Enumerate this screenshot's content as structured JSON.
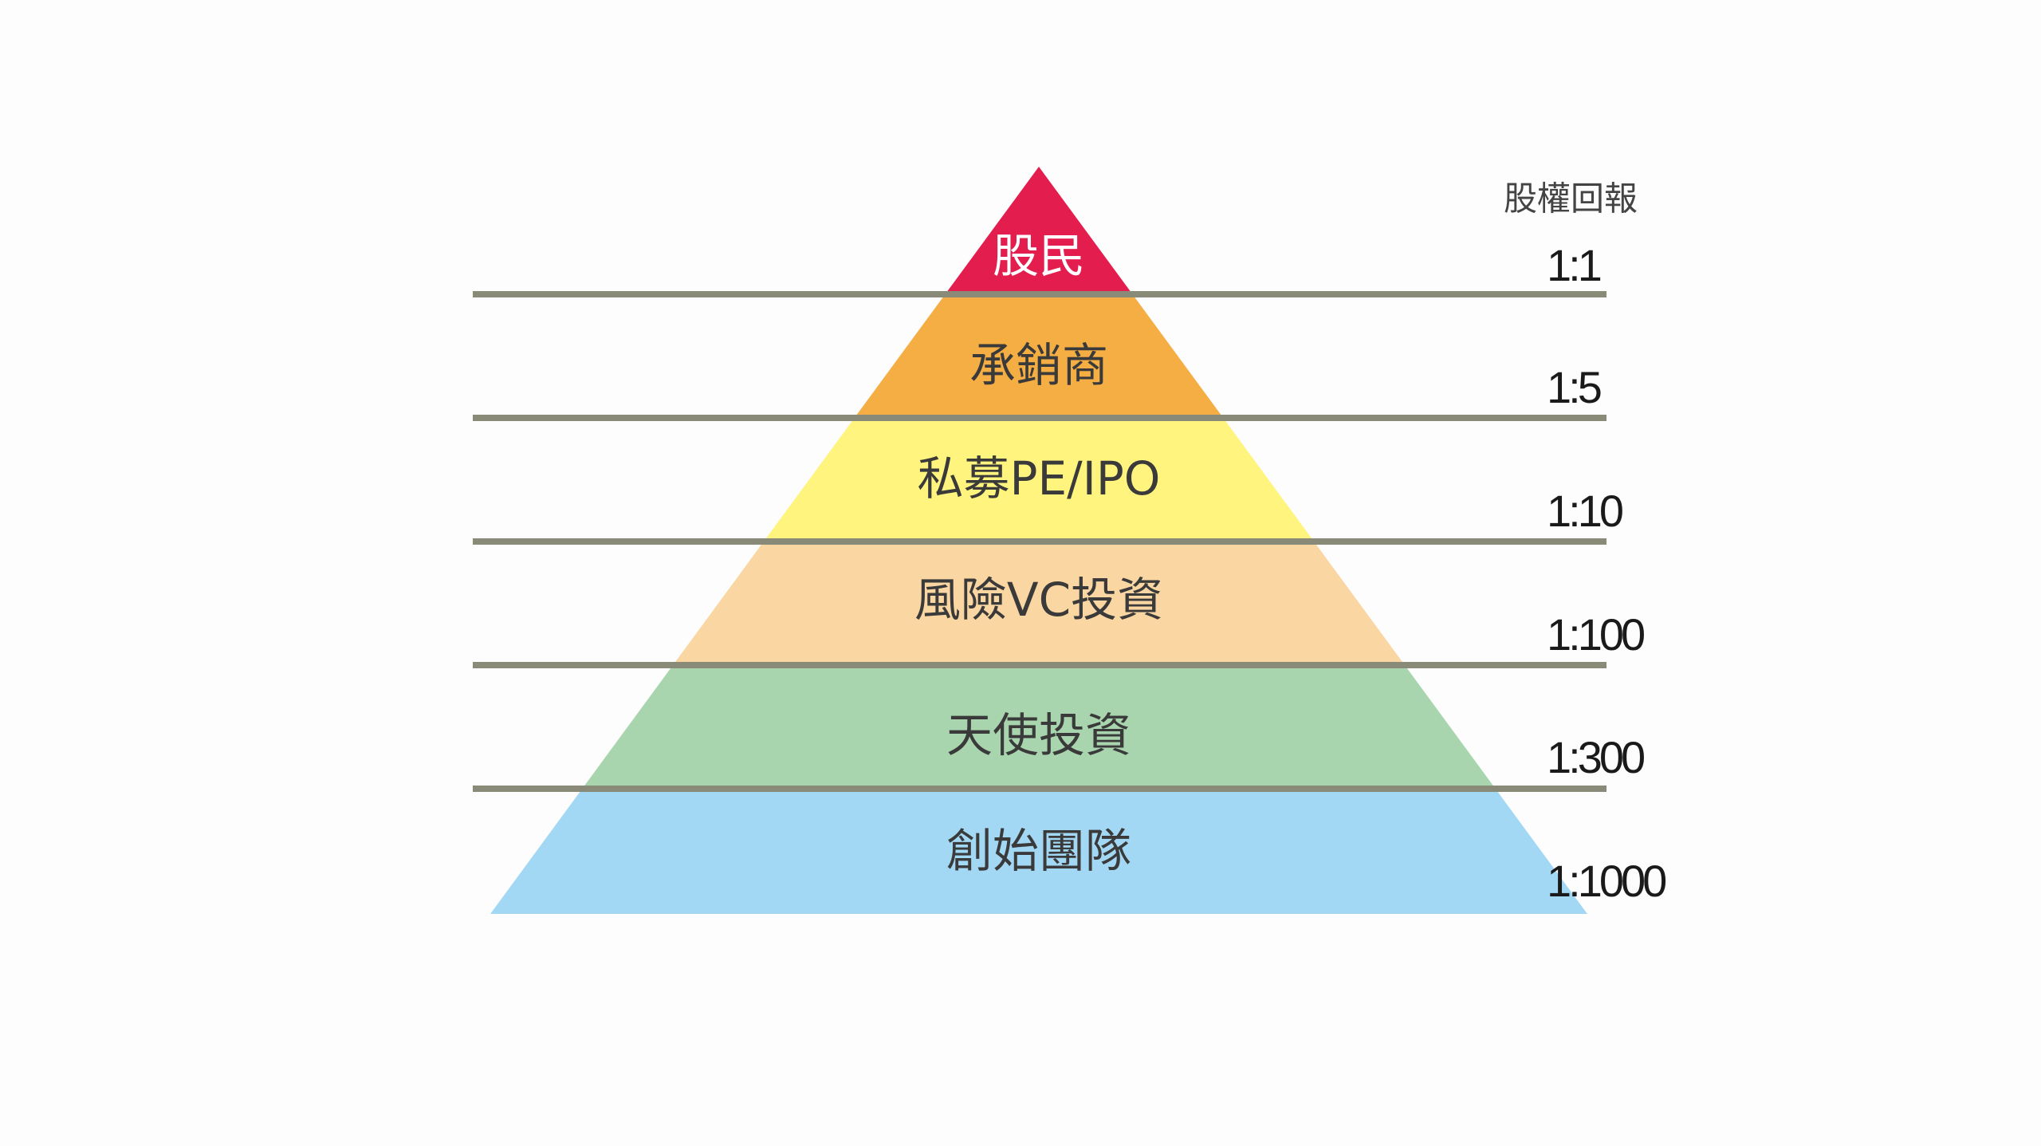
{
  "header": "股權回報",
  "tiers": [
    {
      "label": "股民",
      "ratio": "1:1",
      "color": "#e41d4f"
    },
    {
      "label": "承銷商",
      "ratio": "1:5",
      "color": "#f5ae43"
    },
    {
      "label": "私募PE/IPO",
      "ratio": "1:10",
      "color": "#fff47e"
    },
    {
      "label": "風險VC投資",
      "ratio": "1:100",
      "color": "#fad6a2"
    },
    {
      "label": "天使投資",
      "ratio": "1:300",
      "color": "#a8d5ae"
    },
    {
      "label": "創始團隊",
      "ratio": "1:1000",
      "color": "#a3d8f5"
    }
  ],
  "divider_color": "#8a8a78"
}
